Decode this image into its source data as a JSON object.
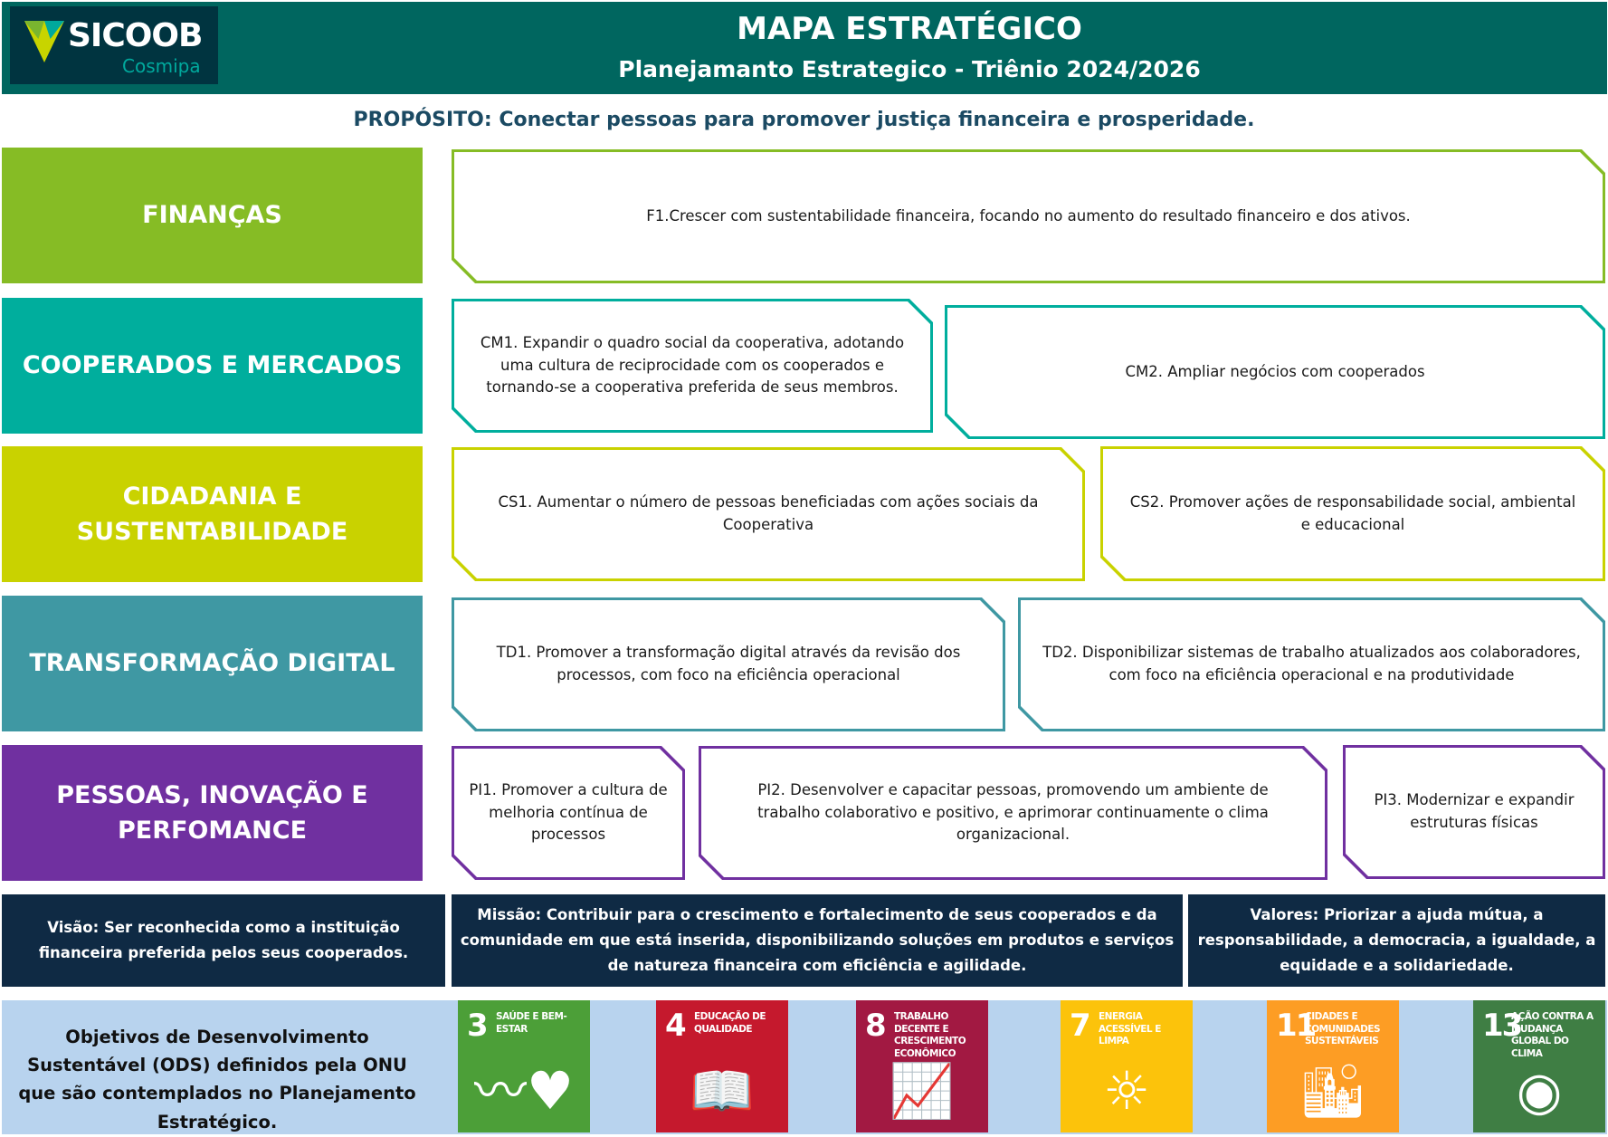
{
  "header": {
    "logo_name": "SICOOB",
    "logo_sub": "Cosmipa",
    "title": "MAPA ESTRATÉGICO",
    "subtitle": "Planejamanto Estrategico - Triênio 2024/2026"
  },
  "purpose": "PROPÓSITO: Conectar pessoas para promover justiça financeira e prosperidade.",
  "perspectives": [
    {
      "label": "FINANÇAS",
      "color": "#86bc25"
    },
    {
      "label": "COOPERADOS E MERCADOS",
      "color": "#00ae9d"
    },
    {
      "label": "CIDADANIA E SUSTENTABILIDADE",
      "color": "#c9d200"
    },
    {
      "label": "TRANSFORMAÇÃO DIGITAL",
      "color": "#3f98a3"
    },
    {
      "label": "PESSOAS, INOVAÇÃO E PERFOMANCE",
      "color": "#7030a0"
    }
  ],
  "objectives": {
    "f1": "F1.Crescer com sustentabilidade financeira, focando no aumento do resultado financeiro e dos ativos.",
    "cm1": "CM1. Expandir o quadro social da cooperativa, adotando uma cultura de reciprocidade com os cooperados e tornando-se a cooperativa preferida de seus membros.",
    "cm2": "CM2. Ampliar negócios com cooperados",
    "cs1": "CS1. Aumentar o número de pessoas beneficiadas com ações sociais da Cooperativa",
    "cs2": "CS2. Promover ações de responsabilidade social, ambiental e educacional",
    "td1": "TD1. Promover a transformação digital através da revisão dos processos, com foco na eficiência operacional",
    "td2": "TD2. Disponibilizar sistemas de trabalho atualizados aos colaboradores, com foco na eficiência operacional e na produtividade",
    "pi1": "PI1. Promover a cultura de melhoria contínua de processos",
    "pi2": "PI2. Desenvolver e capacitar pessoas, promovendo um ambiente de trabalho colaborativo e positivo, e aprimorar continuamente o clima organizacional.",
    "pi3": "PI3. Modernizar e expandir estruturas físicas"
  },
  "statements": {
    "vision": "Visão: Ser reconhecida como a instituição financeira preferida pelos seus cooperados.",
    "mission": "Missão: Contribuir para o crescimento e fortalecimento de seus cooperados e da comunidade em que está inserida, disponibilizando soluções em produtos e serviços de natureza financeira com eficiência e agilidade.",
    "values": "Valores: Priorizar a ajuda mútua, a responsabilidade, a democracia, a igualdade, a equidade e a solidariedade."
  },
  "ods": {
    "label": "Objetivos de Desenvolvimento Sustentável (ODS) definidos pela ONU que são contemplados no Planejamento Estratégico.",
    "goals": [
      {
        "num": "3",
        "label": "Saúde e bem-estar",
        "color": "#4c9f38",
        "icon": "heartbeat-icon",
        "glyph": "〰♥"
      },
      {
        "num": "4",
        "label": "Educação de qualidade",
        "color": "#c5192d",
        "icon": "book-icon",
        "glyph": "📖"
      },
      {
        "num": "8",
        "label": "Trabalho decente e crescimento econômico",
        "color": "#a21942",
        "icon": "growth-chart-icon",
        "glyph": "📈"
      },
      {
        "num": "7",
        "label": "Energia acessível e limpa",
        "color": "#fcc30b",
        "icon": "sun-power-icon",
        "glyph": "☼"
      },
      {
        "num": "11",
        "label": "Cidades e comunidades sustentáveis",
        "color": "#fd9d24",
        "icon": "city-icon",
        "glyph": "🏙"
      },
      {
        "num": "13",
        "label": "Ação contra a mudança global do clima",
        "color": "#3f7e44",
        "icon": "eye-globe-icon",
        "glyph": "◉"
      }
    ]
  }
}
